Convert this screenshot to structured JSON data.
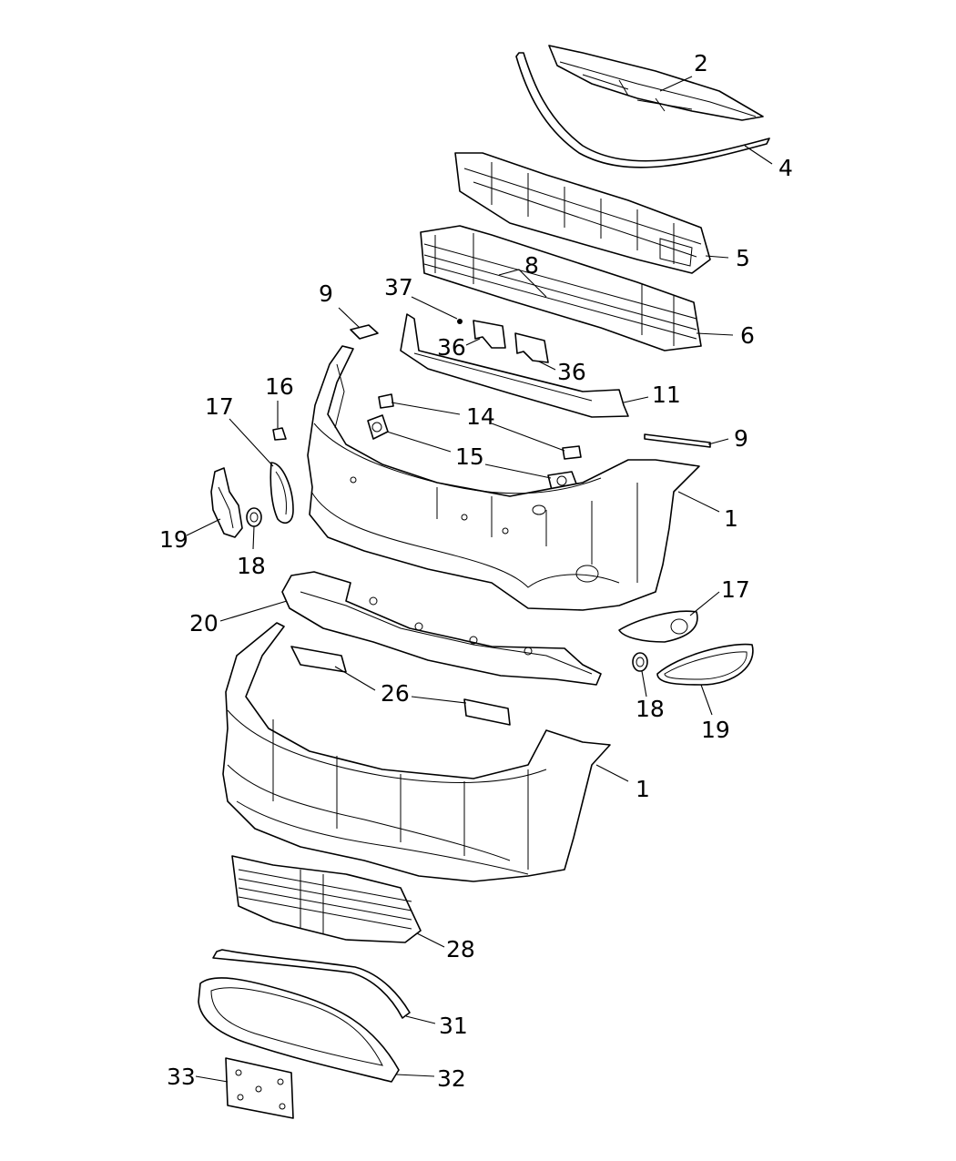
{
  "callouts": [
    {
      "id": "c2",
      "text": "2"
    },
    {
      "id": "c4",
      "text": "4"
    },
    {
      "id": "c5",
      "text": "5"
    },
    {
      "id": "c8",
      "text": "8"
    },
    {
      "id": "c6",
      "text": "6"
    },
    {
      "id": "c9a",
      "text": "9"
    },
    {
      "id": "c37",
      "text": "37"
    },
    {
      "id": "c36a",
      "text": "36"
    },
    {
      "id": "c36b",
      "text": "36"
    },
    {
      "id": "c11",
      "text": "11"
    },
    {
      "id": "c16",
      "text": "16"
    },
    {
      "id": "c17a",
      "text": "17"
    },
    {
      "id": "c14",
      "text": "14"
    },
    {
      "id": "c9b",
      "text": "9"
    },
    {
      "id": "c15",
      "text": "15"
    },
    {
      "id": "c1a",
      "text": "1"
    },
    {
      "id": "c19a",
      "text": "19"
    },
    {
      "id": "c18a",
      "text": "18"
    },
    {
      "id": "c17b",
      "text": "17"
    },
    {
      "id": "c20",
      "text": "20"
    },
    {
      "id": "c26",
      "text": "26"
    },
    {
      "id": "c18b",
      "text": "18"
    },
    {
      "id": "c19b",
      "text": "19"
    },
    {
      "id": "c1b",
      "text": "1"
    },
    {
      "id": "c28",
      "text": "28"
    },
    {
      "id": "c31",
      "text": "31"
    },
    {
      "id": "c33",
      "text": "33"
    },
    {
      "id": "c32",
      "text": "32"
    }
  ]
}
